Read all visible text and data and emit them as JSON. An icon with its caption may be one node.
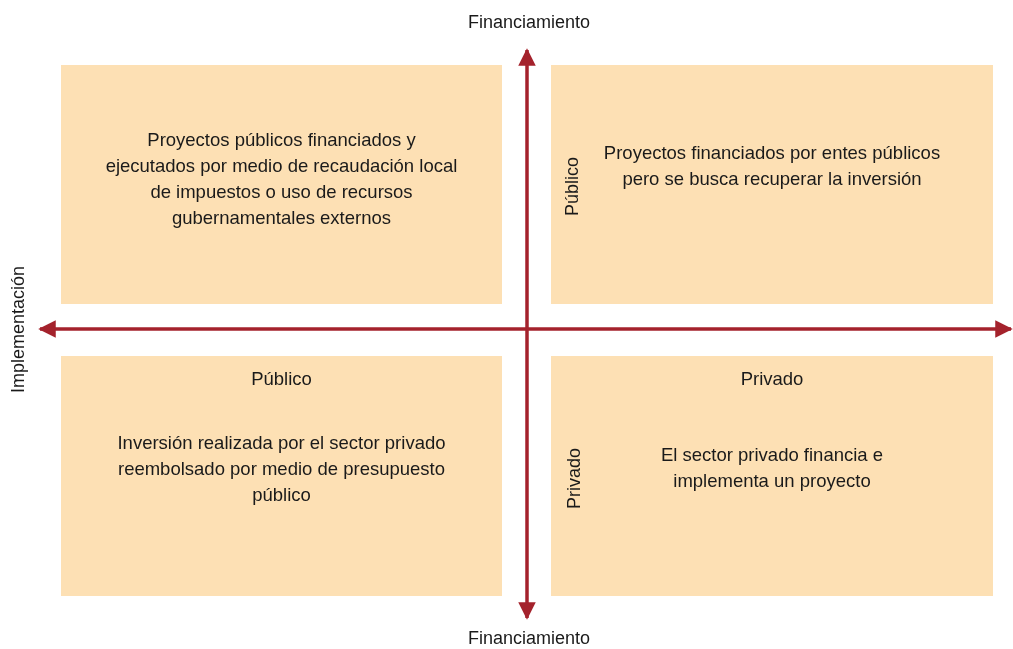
{
  "diagram": {
    "nodes": [
      {
        "text": [
          "Proyectos públicos financiados y ejecutados por medio de recaudación local de impuestos o uso de recursos gubernamentales externos"
        ]
      },
      {
        "text": [
          "Proyectos financiados por entes públicos pero se busca recuperar la inversión"
        ]
      },
      {
        "text": [
          "Público",
          "Inversión realizada por el sector privado reembolsado por medio de presupuesto público"
        ]
      },
      {
        "text": [
          "Privado",
          "El sector privado financia e implementa un proyecto"
        ]
      }
    ],
    "labels": [
      "Financiamiento",
      "Implementación",
      "Público",
      "Privado",
      "Financiamiento"
    ]
  }
}
